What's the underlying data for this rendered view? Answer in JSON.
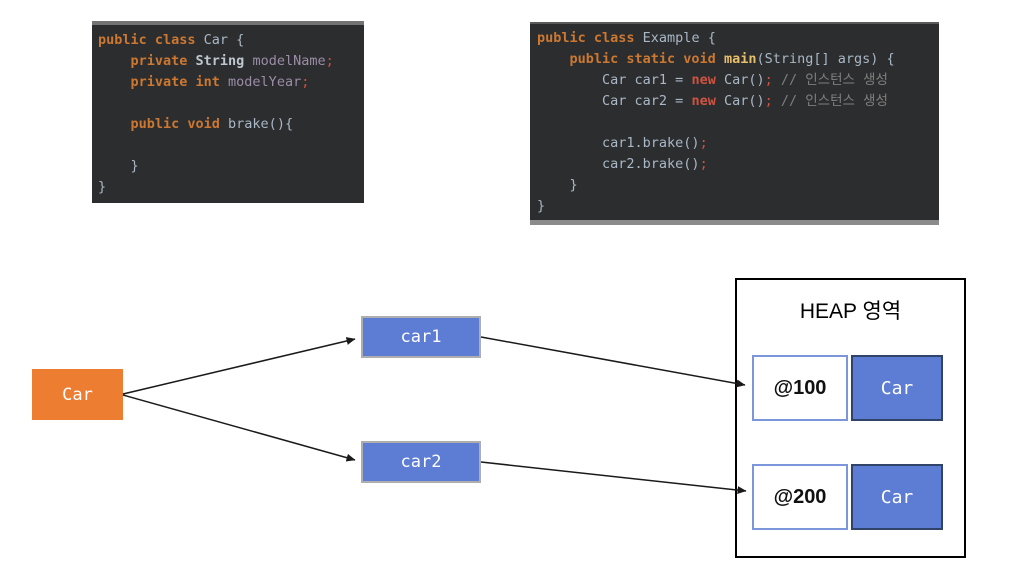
{
  "colors": {
    "accent-orange": "#ED7D31",
    "accent-blue": "#5D7CD3",
    "addr-border": "#7C96DB",
    "obj-border": "#2F4468",
    "arrow": "#1A1A1A"
  },
  "code_left": {
    "lines": [
      [
        [
          "kw",
          "public class "
        ],
        [
          "id",
          "Car {"
        ]
      ],
      [
        [
          "kw",
          "    private "
        ],
        [
          "type",
          "String "
        ],
        [
          "field",
          "modelName"
        ],
        [
          "semi",
          ";"
        ]
      ],
      [
        [
          "kw",
          "    private int "
        ],
        [
          "field",
          "modelYear"
        ],
        [
          "semi",
          ";"
        ]
      ],
      [],
      [
        [
          "kw",
          "    public void "
        ],
        [
          "id",
          "brake(){"
        ]
      ],
      [],
      [
        [
          "id",
          "    }"
        ]
      ],
      [
        [
          "id",
          "}"
        ]
      ]
    ]
  },
  "code_right": {
    "lines": [
      [
        [
          "kw",
          "public class "
        ],
        [
          "id",
          "Example {"
        ]
      ],
      [
        [
          "kw",
          "    public static void "
        ],
        [
          "method",
          "main"
        ],
        [
          "id",
          "(String[] args) {"
        ]
      ],
      [
        [
          "id",
          "        Car car1 = "
        ],
        [
          "new",
          "new "
        ],
        [
          "id",
          "Car()"
        ],
        [
          "semi",
          ";"
        ],
        [
          "comment",
          " // 인스턴스 생성"
        ]
      ],
      [
        [
          "id",
          "        Car car2 = "
        ],
        [
          "new",
          "new "
        ],
        [
          "id",
          "Car()"
        ],
        [
          "semi",
          ";"
        ],
        [
          "comment",
          " // 인스턴스 생성"
        ]
      ],
      [],
      [
        [
          "id",
          "        car1.brake()"
        ],
        [
          "semi",
          ";"
        ]
      ],
      [
        [
          "id",
          "        car2.brake()"
        ],
        [
          "semi",
          ";"
        ]
      ],
      [
        [
          "id",
          "    }"
        ]
      ],
      [
        [
          "id",
          "}"
        ]
      ]
    ]
  },
  "diagram": {
    "class_label": "Car",
    "ref1_label": "car1",
    "ref2_label": "car2",
    "heap_title": "HEAP 영역",
    "heap_rows": [
      {
        "address": "@100",
        "object_label": "Car"
      },
      {
        "address": "@200",
        "object_label": "Car"
      }
    ]
  }
}
